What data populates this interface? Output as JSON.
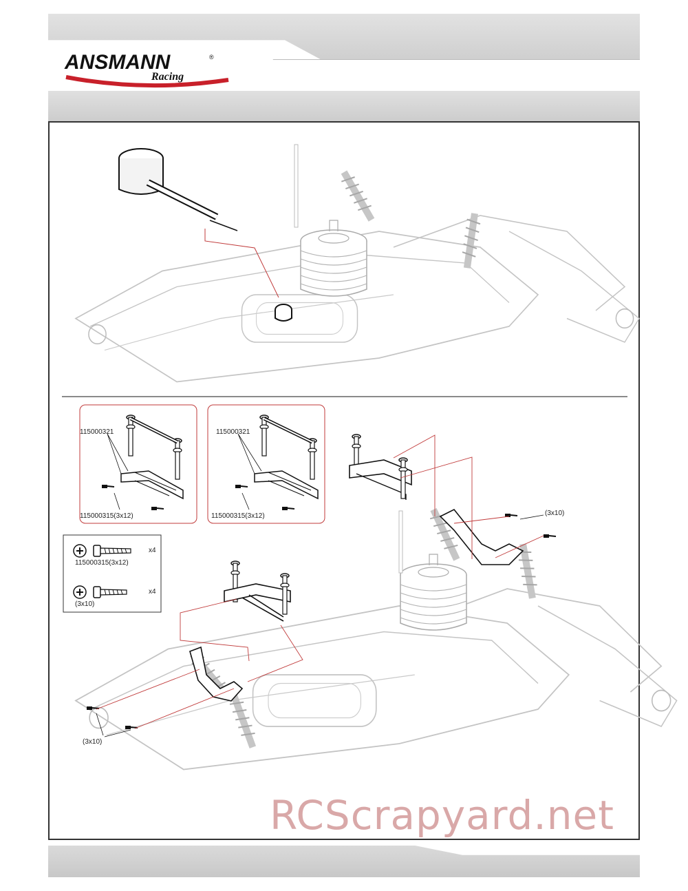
{
  "brand": {
    "name": "ANSMANN",
    "sub": "Racing",
    "reg": "®",
    "colors": {
      "black": "#111111",
      "red": "#c8202a"
    }
  },
  "parts": {
    "post_part_no": "115000321",
    "screw_part_no_3x12": "115000315(3x12)",
    "screw_3x10": "(3x10)"
  },
  "legend": [
    {
      "label": "115000315(3x12)",
      "qty": "x4",
      "icon": "self-tap-screw-3x12"
    },
    {
      "label": "(3x10)",
      "qty": "x4",
      "icon": "self-tap-screw-3x10"
    }
  ],
  "watermark": "RCScrapyard.net",
  "colors": {
    "header_gray": "#d6d6d6",
    "line_red": "#c03a3a",
    "frame": "#333333",
    "ghost": "#b8b8b8"
  }
}
